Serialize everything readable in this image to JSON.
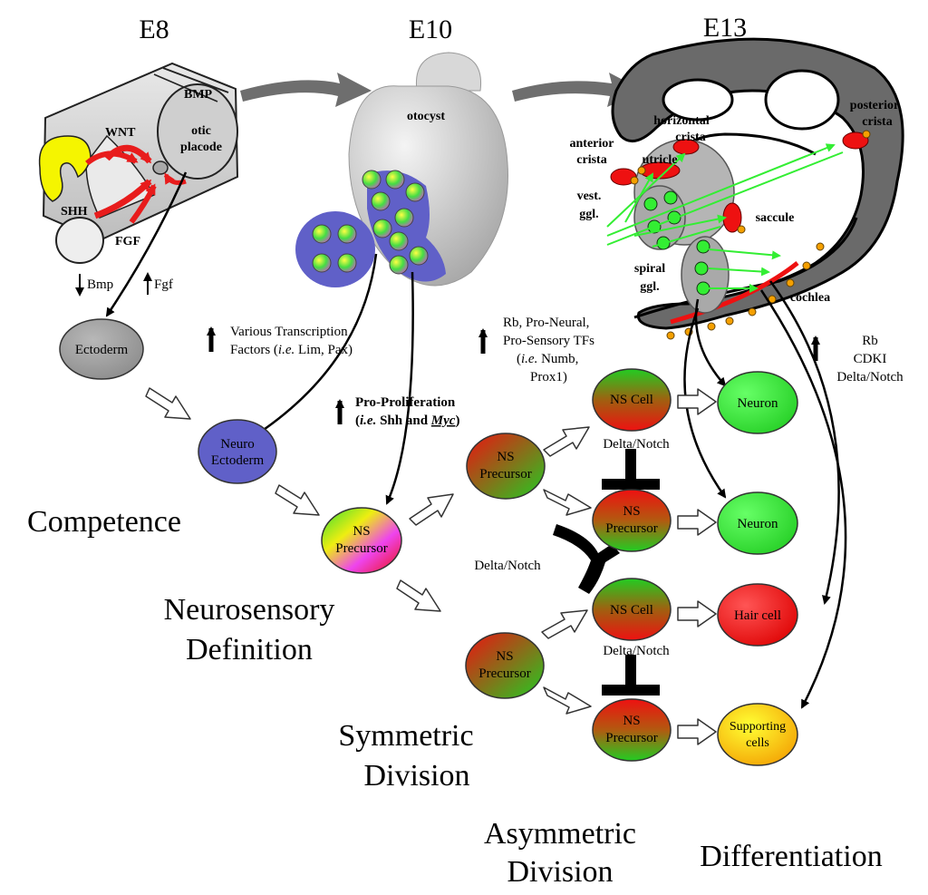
{
  "stages": {
    "e8": "E8",
    "e10": "E10",
    "e13": "E13"
  },
  "e8": {
    "bmp": "BMP",
    "wnt": "WNT",
    "otic": "otic",
    "placode": "placode",
    "shh": "SHH",
    "fgf": "FGF",
    "bmp_down": "Bmp",
    "fgf_up": "Fgf"
  },
  "e10": {
    "otocyst": "otocyst"
  },
  "e13": {
    "horizontal": "horizontal",
    "crista_h": "crista",
    "posterior": "posterior",
    "crista_p": "crista",
    "anterior": "anterior",
    "crista_a": "crista",
    "utricle": "utricle",
    "vest": "vest.",
    "ggl_v": "ggl.",
    "saccule": "saccule",
    "spiral": "spiral",
    "ggl_s": "ggl.",
    "cochlea": "cochlea"
  },
  "factors": {
    "tf_line1": "Various Transcription",
    "tf_line2_a": "Factors (",
    "tf_line2_ie": "i.e.",
    "tf_line2_b": " Lim, Pax)",
    "prolif_line1": "Pro-Proliferation",
    "prolif_open": "(",
    "prolif_ie": "i.e.",
    "prolif_mid": " Shh and ",
    "prolif_myc": "Myc",
    "prolif_close": ")",
    "rb_line1": "Rb, Pro-Neural,",
    "rb_line2": "Pro-Sensory TFs",
    "rb_line3_open": "(",
    "rb_line3_ie": "i.e.",
    "rb_line3_b": " Numb,",
    "rb_line4": "Prox1)",
    "right_line1": "Rb",
    "right_line2": "CDKI",
    "right_line3": "Delta/Notch"
  },
  "nodes": {
    "ectoderm": "Ectoderm",
    "neuro_ecto_1": "Neuro",
    "neuro_ecto_2": "Ectoderm",
    "ns_prec_center_1": "NS",
    "ns_prec_center_2": "Precursor",
    "ns_prec_upper_1": "NS",
    "ns_prec_upper_2": "Precursor",
    "ns_cell_top": "NS Cell",
    "ns_prec_mid_1": "NS",
    "ns_prec_mid_2": "Precursor",
    "ns_prec_lower_1": "NS",
    "ns_prec_lower_2": "Precursor",
    "ns_cell_lower": "NS Cell",
    "ns_prec_bottom_1": "NS",
    "ns_prec_bottom_2": "Precursor",
    "neuron_top": "Neuron",
    "neuron_mid": "Neuron",
    "hair_cell": "Hair cell",
    "supporting_1": "Supporting",
    "supporting_2": "cells"
  },
  "notch_labels": {
    "top": "Delta/Notch",
    "middle": "Delta/Notch",
    "lower": "Delta/Notch"
  },
  "phases": {
    "competence": "Competence",
    "neurosensory_1": "Neurosensory",
    "neurosensory_2": "Definition",
    "symmetric_1": "Symmetric",
    "symmetric_2": "Division",
    "asymmetric_1": "Asymmetric",
    "asymmetric_2": "Division",
    "differentiation": "Differentiation"
  },
  "colors": {
    "neuron_green": "#22dd22",
    "hair_red": "#ee1111",
    "neuro_ecto_blue": "#6060c8",
    "ectoderm_gray": "#9a9a9a",
    "tissue_gray": "#cfcfcf",
    "signal_red": "#e81c1c",
    "nerve_green": "#33ee33",
    "shh_yellow": "#f5f500"
  }
}
